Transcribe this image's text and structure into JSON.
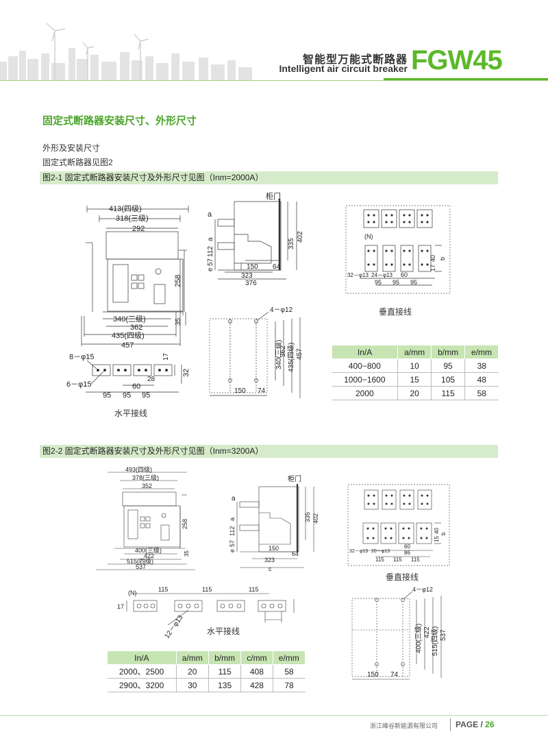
{
  "header": {
    "title_cn": "智能型万能式断路器",
    "title_en": "Intelligent air circuit breaker",
    "model": "FGW45"
  },
  "section_title": "固定式断路器安装尺寸、外形尺寸",
  "intro": {
    "line1": "外形及安装尺寸",
    "line2": "固定式断路器见图2"
  },
  "fig1": {
    "caption": "图2-1 固定式断路器安装尺寸及外形尺寸见图（Inm=2000A）",
    "front": {
      "d413": "413(四级)",
      "d318": "318(三级)",
      "d292": "292",
      "d258": "258",
      "d340": "340(三级)",
      "d362": "362",
      "d435": "435(四级)",
      "d457": "457",
      "d35": "35"
    },
    "side": {
      "cabinet_door": "柜门",
      "a": "a",
      "e": "e",
      "d57": "57",
      "d112": "112",
      "d335": "335",
      "d402": "402",
      "d150": "150",
      "d64": "64",
      "d323": "323",
      "d376": "376"
    },
    "mount": {
      "holes": "4－φ12",
      "d340": "340(三级)",
      "d362": "362",
      "d435": "435(四级)",
      "d457": "457",
      "d150": "150",
      "d74": "74"
    },
    "horizontal": {
      "label": "水平接线",
      "holes8": "8－φ15",
      "holes6": "6－φ15",
      "d17": "17",
      "d32": "32",
      "d28": "28",
      "d60": "60",
      "d95a": "95",
      "d95b": "95",
      "d95c": "95"
    },
    "vertical": {
      "label": "垂直接线",
      "n": "(N)",
      "h32": "32－φ13",
      "h24": "24－φ13",
      "d60": "60",
      "d95a": "95",
      "d95b": "95",
      "d95c": "95",
      "d40": "40",
      "d17": "17",
      "b": "b"
    },
    "table": {
      "headers": [
        "In/A",
        "a/mm",
        "b/mm",
        "e/mm"
      ],
      "rows": [
        [
          "400−800",
          "10",
          "95",
          "38"
        ],
        [
          "1000−1600",
          "15",
          "105",
          "48"
        ],
        [
          "2000",
          "20",
          "115",
          "58"
        ]
      ]
    }
  },
  "fig2": {
    "caption": "图2-2 固定式断路器安装尺寸及外形尺寸见图（Inm=3200A）",
    "front": {
      "d493": "493(四级)",
      "d378": "378(三级)",
      "d352": "352",
      "d258": "258",
      "d400": "400(三级)",
      "d422": "422",
      "d515": "515(四级)",
      "d537": "537",
      "d35": "35"
    },
    "side": {
      "cabinet_door": "柜门",
      "a": "a",
      "e": "e",
      "d57": "57",
      "d112": "112",
      "d335": "335",
      "d402": "402",
      "d150": "150",
      "d64": "64",
      "d323": "323",
      "c": "c"
    },
    "horizontal": {
      "label": "水平接线",
      "n": "(N)",
      "d115a": "115",
      "d115b": "115",
      "d115c": "115",
      "d17": "17",
      "holes": "12－φ13"
    },
    "vertical": {
      "label": "垂直接线",
      "h32": "32－φ13",
      "h20": "20－φ13",
      "d60": "60",
      "d86": "86",
      "d115a": "115",
      "d115b": "115",
      "d115c": "115",
      "d15": "15",
      "d40": "40",
      "b": "b"
    },
    "mount": {
      "holes": "4－φ12",
      "d400": "400(三级)",
      "d422": "422",
      "d515": "515(四级)",
      "d537": "537",
      "d150": "150",
      "d74": "74"
    },
    "table": {
      "headers": [
        "In/A",
        "a/mm",
        "b/mm",
        "c/mm",
        "e/mm"
      ],
      "rows": [
        [
          "2000、2500",
          "20",
          "115",
          "408",
          "58"
        ],
        [
          "2900、3200",
          "30",
          "135",
          "428",
          "78"
        ]
      ]
    }
  },
  "footer": {
    "company": "浙江峰谷新能源有限公司",
    "page_label": "PAGE /",
    "page_num": "26"
  },
  "colors": {
    "brand_green": "#5db829",
    "bar_green": "#d6ebc9",
    "table_header": "#c7e4b3"
  }
}
